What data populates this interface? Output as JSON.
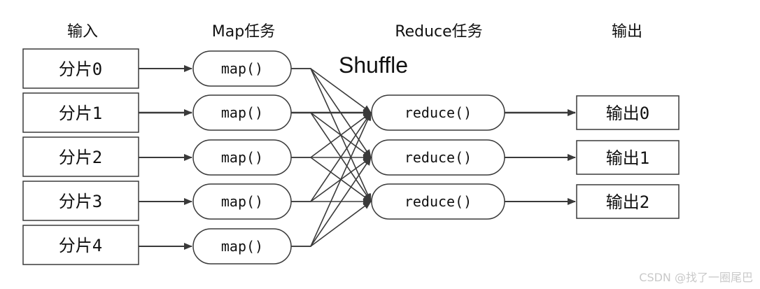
{
  "headers": {
    "input": "输入",
    "map": "Map任务",
    "reduce": "Reduce任务",
    "output": "输出"
  },
  "shuffle_label": "Shuffle",
  "splits": [
    {
      "label": "分片0"
    },
    {
      "label": "分片1"
    },
    {
      "label": "分片2"
    },
    {
      "label": "分片3"
    },
    {
      "label": "分片4"
    }
  ],
  "map_tasks": [
    {
      "label": "map()"
    },
    {
      "label": "map()"
    },
    {
      "label": "map()"
    },
    {
      "label": "map()"
    },
    {
      "label": "map()"
    }
  ],
  "reduce_tasks": [
    {
      "label": "reduce()"
    },
    {
      "label": "reduce()"
    },
    {
      "label": "reduce()"
    }
  ],
  "outputs": [
    {
      "label": "输出0"
    },
    {
      "label": "输出1"
    },
    {
      "label": "输出2"
    }
  ],
  "watermark": "CSDN @找了一圈尾巴",
  "colors": {
    "stroke": "#3a3a3a",
    "text": "#111111",
    "watermark": "#c9c9c9"
  }
}
